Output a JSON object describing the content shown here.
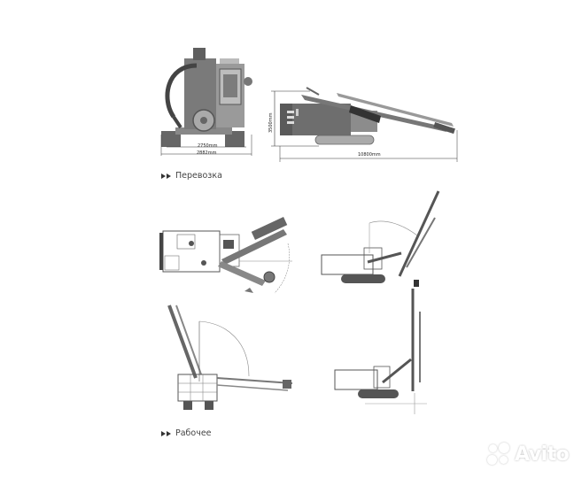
{
  "sections": {
    "transport": {
      "label": "Перевозка"
    },
    "working": {
      "label": "Рабочее"
    }
  },
  "dimensions": {
    "front_view_inner_width": "2750mm",
    "front_view_outer_width": "2882mm",
    "side_view_height": "3500mm",
    "side_view_length": "10800mm"
  },
  "watermark": {
    "text": "Avito"
  },
  "colors": {
    "background": "#ffffff",
    "drawing_dark": "#555555",
    "drawing_mid": "#8a8a8a",
    "drawing_light": "#c8c8c8",
    "label_text": "#444444"
  }
}
